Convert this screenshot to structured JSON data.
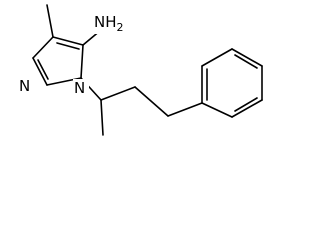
{
  "molecule": {
    "atoms": {
      "n2": {
        "symbol": "N"
      },
      "n1": {
        "symbol": "N"
      },
      "amine": {
        "symbol": "NH",
        "subscript": "2"
      }
    }
  },
  "colors": {
    "bond": "#000000",
    "text": "#000000",
    "background": "#ffffff"
  }
}
